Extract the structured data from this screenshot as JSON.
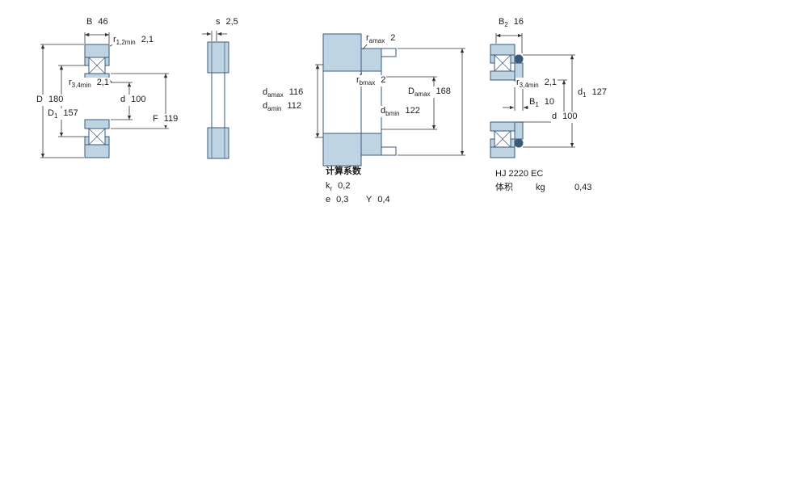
{
  "colors": {
    "ring_fill": "#bfd4e3",
    "outline": "#3a5a78",
    "dimension": "#333333"
  },
  "figures": {
    "fig1": {
      "dims": {
        "B": {
          "sym": "B",
          "sub": "",
          "val": "46"
        },
        "r12": {
          "sym": "r",
          "sub": "1,2min",
          "val": "2,1"
        },
        "r34": {
          "sym": "r",
          "sub": "3,4min",
          "val": "2,1"
        },
        "D": {
          "sym": "D",
          "sub": "",
          "val": "180"
        },
        "D1": {
          "sym": "D",
          "sub": "1",
          "val": "157"
        },
        "d": {
          "sym": "d",
          "sub": "",
          "val": "100"
        },
        "F": {
          "sym": "F",
          "sub": "",
          "val": "119"
        }
      }
    },
    "fig2": {
      "dims": {
        "s": {
          "sym": "s",
          "sub": "",
          "val": "2,5"
        }
      }
    },
    "fig3": {
      "dims": {
        "ramax": {
          "sym": "r",
          "sub": "amax",
          "val": "2"
        },
        "rbmax": {
          "sym": "r",
          "sub": "bmax",
          "val": "2"
        },
        "damax": {
          "sym": "d",
          "sub": "amax",
          "val": "116"
        },
        "damin": {
          "sym": "d",
          "sub": "amin",
          "val": "112"
        },
        "Damax": {
          "sym": "D",
          "sub": "amax",
          "val": "168"
        },
        "dbmin": {
          "sym": "d",
          "sub": "bmin",
          "val": "122"
        }
      },
      "factors": {
        "title": "计算系数",
        "kr": {
          "sym": "k",
          "sub": "r",
          "val": "0,2"
        },
        "e": {
          "sym": "e",
          "sub": "",
          "val": "0,3"
        },
        "Y": {
          "sym": "Y",
          "sub": "",
          "val": "0,4"
        }
      }
    },
    "fig4": {
      "dims": {
        "B2": {
          "sym": "B",
          "sub": "2",
          "val": "16"
        },
        "r34": {
          "sym": "r",
          "sub": "3,4min",
          "val": "2,1"
        },
        "B1": {
          "sym": "B",
          "sub": "1",
          "val": "10"
        },
        "d1": {
          "sym": "d",
          "sub": "1",
          "val": "127"
        },
        "d": {
          "sym": "d",
          "sub": "",
          "val": "100"
        }
      },
      "product": {
        "designation": "HJ 2220 EC",
        "volume_label": "体积",
        "unit": "kg",
        "value": "0,43"
      }
    }
  }
}
